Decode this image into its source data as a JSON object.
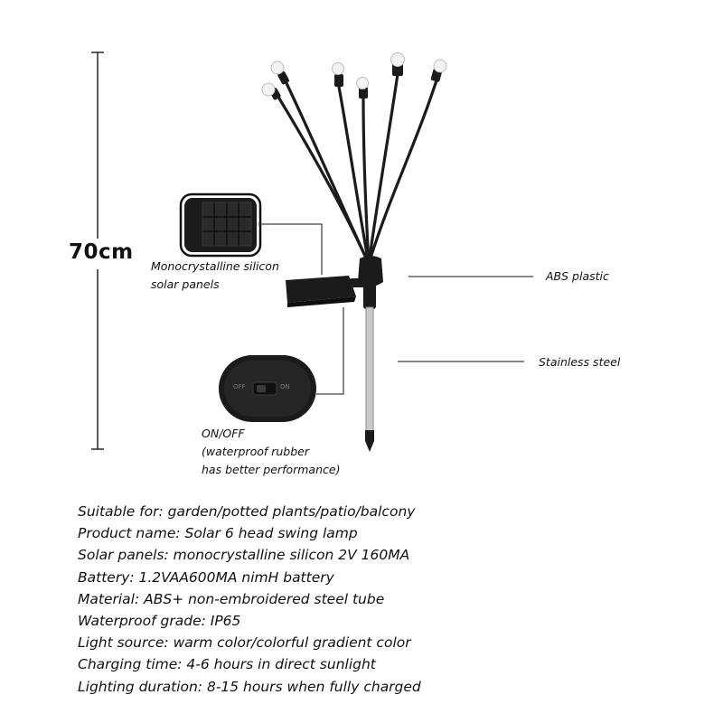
{
  "dimension": {
    "height_label": "70cm"
  },
  "callouts": {
    "solar_panel_line1": "Monocrystalline silicon",
    "solar_panel_line2": "solar panels",
    "abs_plastic": "ABS plastic",
    "stainless_steel": "Stainless steel",
    "switch_line1": "ON/OFF",
    "switch_line2": "(waterproof rubber",
    "switch_line3": "has better performance)"
  },
  "switch_text": {
    "off": "OFF",
    "on": "ON"
  },
  "specs": [
    "Suitable for: garden/potted plants/patio/balcony",
    "Product name: Solar 6 head swing lamp",
    "Solar panels: monocrystalline silicon 2V 160MA",
    "Battery: 1.2VAA600MA nimH battery",
    "Material: ABS+ non-embroidered steel tube",
    "Waterproof grade: IP65",
    "Light source: warm color/colorful gradient color",
    "Charging time: 4-6 hours in direct sunlight",
    "Lighting duration: 8-15 hours when fully charged"
  ],
  "colors": {
    "product_dark": "#1b1b1b",
    "steel": "#c9c9c9",
    "line": "#444444",
    "bulb": "#f2f2f2"
  }
}
